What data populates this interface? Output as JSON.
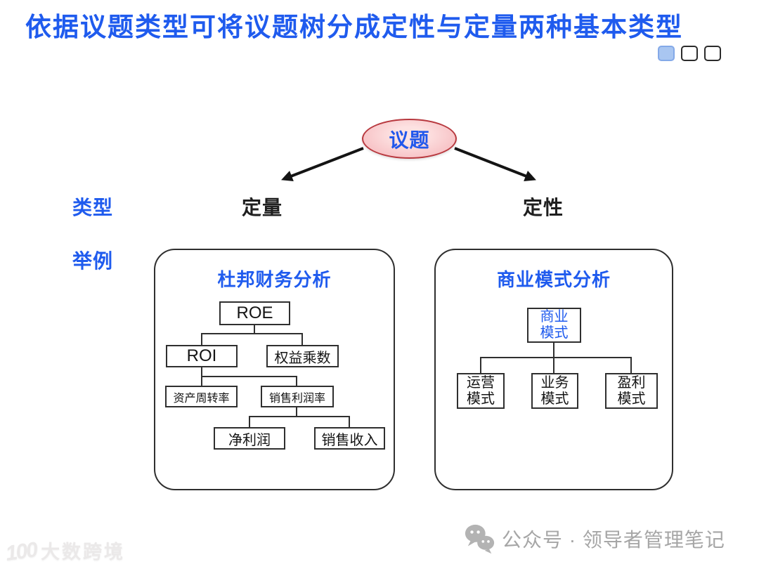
{
  "title": {
    "text": "依据议题类型可将议题树分成定性与定量两种基本类型"
  },
  "pager": {
    "count": 3,
    "active_index": 0,
    "active_color": "#a9c6f1"
  },
  "tree": {
    "root_label": "议题",
    "row_labels": {
      "type": "类型",
      "example": "举例"
    },
    "branch_quant": "定量",
    "branch_qual": "定性"
  },
  "dupont_panel": {
    "title": "杜邦财务分析",
    "nodes": {
      "roe": "ROE",
      "roi": "ROI",
      "equity_multiplier": "权益乘数",
      "asset_turnover": "资产周转率",
      "profit_margin": "销售利润率",
      "net_profit": "净利润",
      "sales_revenue": "销售收入"
    }
  },
  "business_panel": {
    "title": "商业模式分析",
    "root": {
      "line1": "商业",
      "line2": "模式"
    },
    "children": [
      {
        "line1": "运营",
        "line2": "模式"
      },
      {
        "line1": "业务",
        "line2": "模式"
      },
      {
        "line1": "盈利",
        "line2": "模式"
      }
    ]
  },
  "footer": {
    "watermark": {
      "logo": "100",
      "text": "大数跨境"
    },
    "wechat": {
      "icon": "wechat-icon",
      "label": "公众号 · 领导者管理笔记"
    }
  },
  "colors": {
    "title_blue": "#1f5bee",
    "ellipse_fill": "#f6bcc0",
    "ellipse_border": "#b8393f",
    "line_black": "#2f2f2f",
    "footer_gray": "#a6a6a6"
  }
}
